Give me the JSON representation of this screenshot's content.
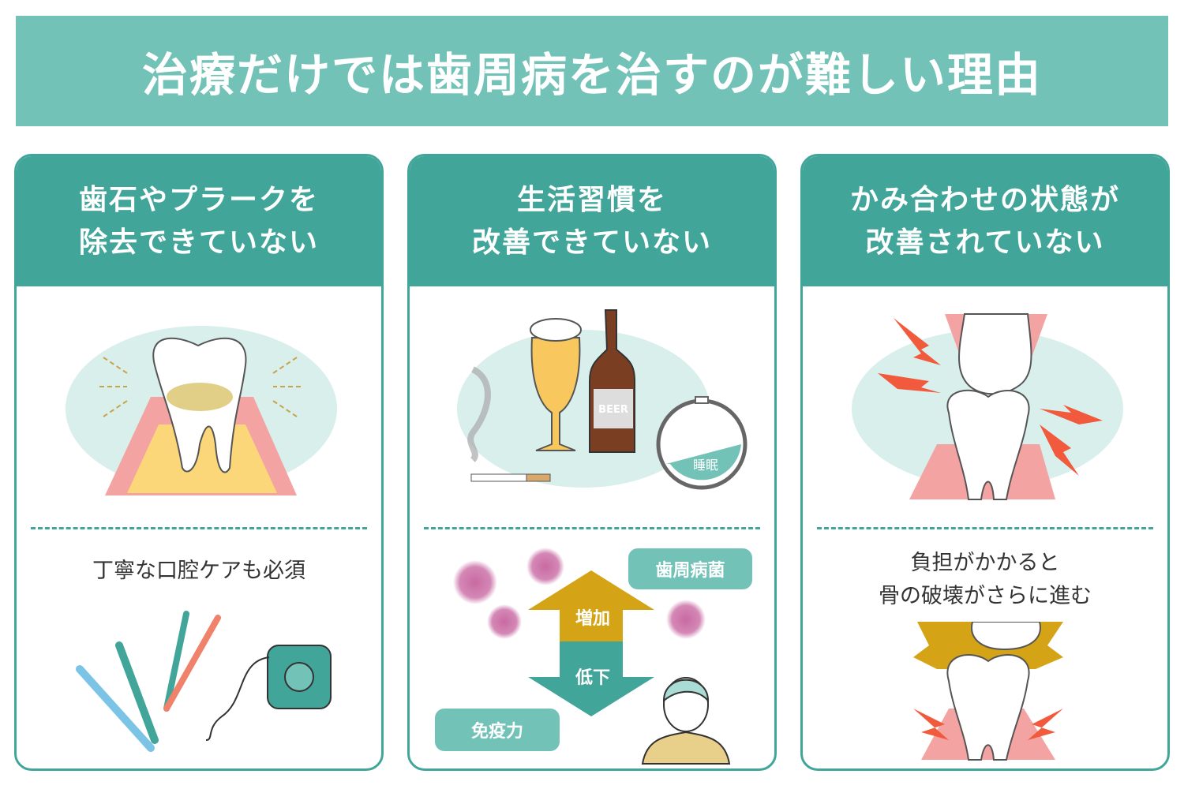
{
  "title": "治療だけでは歯周病を治すのが難しい理由",
  "panels": [
    {
      "heading": [
        "歯石やプラークを",
        "除去できていない"
      ],
      "caption": [
        "丁寧な口腔ケアも必須"
      ]
    },
    {
      "heading": [
        "生活習慣を",
        "改善できていない"
      ],
      "labels": {
        "beer": "BEER",
        "sleep": "睡眠",
        "bacteria": "歯周病菌",
        "increase": "増加",
        "decrease": "低下",
        "immunity": "免疫力"
      }
    },
    {
      "heading": [
        "かみ合わせの状態が",
        "改善されていない"
      ],
      "caption": [
        "負担がかかると",
        "骨の破壊がさらに進む"
      ]
    }
  ],
  "colors": {
    "banner": "#73c2b8",
    "panel": "#41a59a",
    "gold": "#d4a316",
    "gum": "#f4a3a3",
    "bone": "#fcd77a",
    "bg": "#d9efec"
  }
}
